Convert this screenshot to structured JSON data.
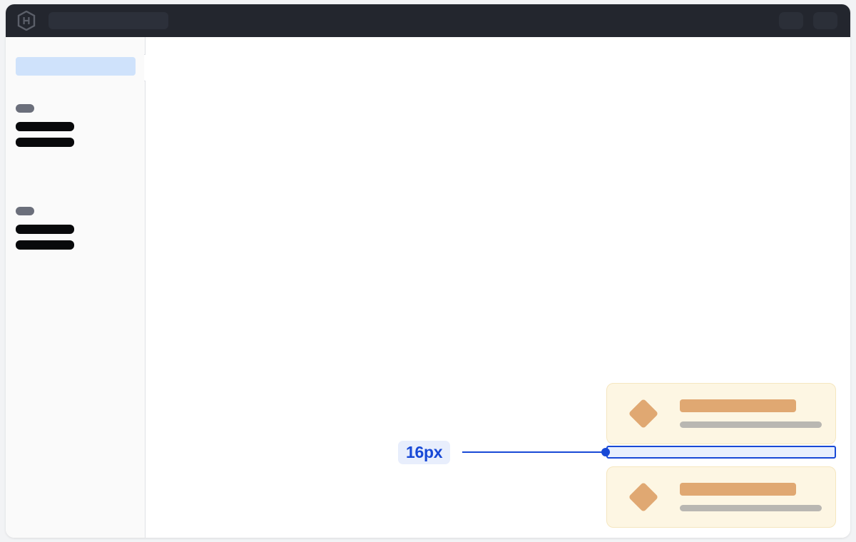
{
  "window": {
    "background_color": "#ffffff",
    "page_color": "#f2f3f5"
  },
  "topbar": {
    "background_color": "#23262e",
    "logo_name": "hexagon-h-logo",
    "search": {
      "value": "",
      "placeholder": ""
    },
    "actions": [
      {
        "name": "top-pill-1"
      },
      {
        "name": "top-pill-2"
      }
    ]
  },
  "sidebar": {
    "background_color": "#fafafa",
    "selected_item_color": "#cfe2fb",
    "collapse_handle_name": "sidebar-collapse-handle",
    "groups": [
      {
        "tag_color": "#6b6f7b",
        "items": [
          {
            "name": "sidebar-item-1"
          },
          {
            "name": "sidebar-item-2"
          }
        ]
      },
      {
        "tag_color": "#6b6f7b",
        "items": [
          {
            "name": "sidebar-item-3"
          },
          {
            "name": "sidebar-item-4"
          }
        ]
      }
    ]
  },
  "content": {
    "cards": [
      {
        "name": "content-card-1",
        "background_color": "#fdf6e3",
        "border_color": "#f5e6bf",
        "icon": "diamond-icon",
        "icon_color": "#e0a872",
        "title_color": "#e0a872",
        "subtitle_color": "#b9b7b2"
      },
      {
        "name": "content-card-2",
        "background_color": "#fdf6e3",
        "border_color": "#f5e6bf",
        "icon": "diamond-icon",
        "icon_color": "#e0a872",
        "title_color": "#e0a872",
        "subtitle_color": "#b9b7b2"
      }
    ]
  },
  "measurement": {
    "label": "16px",
    "accent_color": "#1849d6",
    "badge_background": "#e8eefc",
    "highlight_fill": "#e8effd"
  }
}
